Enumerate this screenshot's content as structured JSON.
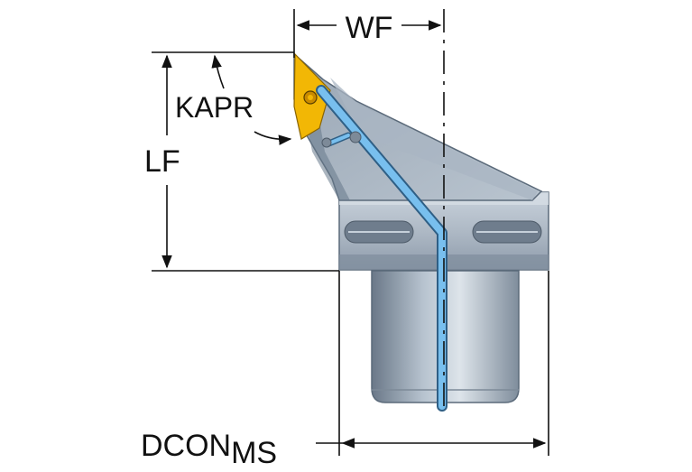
{
  "labels": {
    "wf": "WF",
    "kapr": "KAPR",
    "lf": "LF",
    "dcon_main": "DCON",
    "dcon_sub": "MS"
  },
  "colors": {
    "line": "#111111",
    "body_dark": "#5b6a7a",
    "body_mid": "#8a98a8",
    "body_light": "#c8d2dc",
    "coolant": "#6fb6e6",
    "insert": "#f0b400"
  }
}
